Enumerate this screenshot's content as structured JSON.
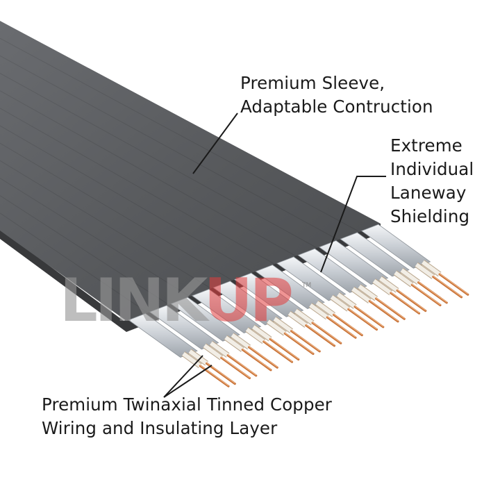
{
  "labels": {
    "sleeve": [
      "Premium Sleeve,",
      "Adaptable Contruction"
    ],
    "shielding": [
      "Extreme",
      "Individual",
      "Laneway",
      "Shielding"
    ],
    "wiring": [
      "Premium Twinaxial Tinned Copper",
      "Wiring and Insulating Layer"
    ]
  },
  "watermark": {
    "part1": "LINK",
    "part2": "UP",
    "tm": "TM"
  },
  "colors": {
    "sleeve_top": "#5c5e61",
    "sleeve_side": "#3a3b3d",
    "shield": "#d6dbe0",
    "copper": "#c8743a",
    "insulation": "#f2eee6",
    "leader": "#1a1a1a"
  },
  "lanes": 12
}
